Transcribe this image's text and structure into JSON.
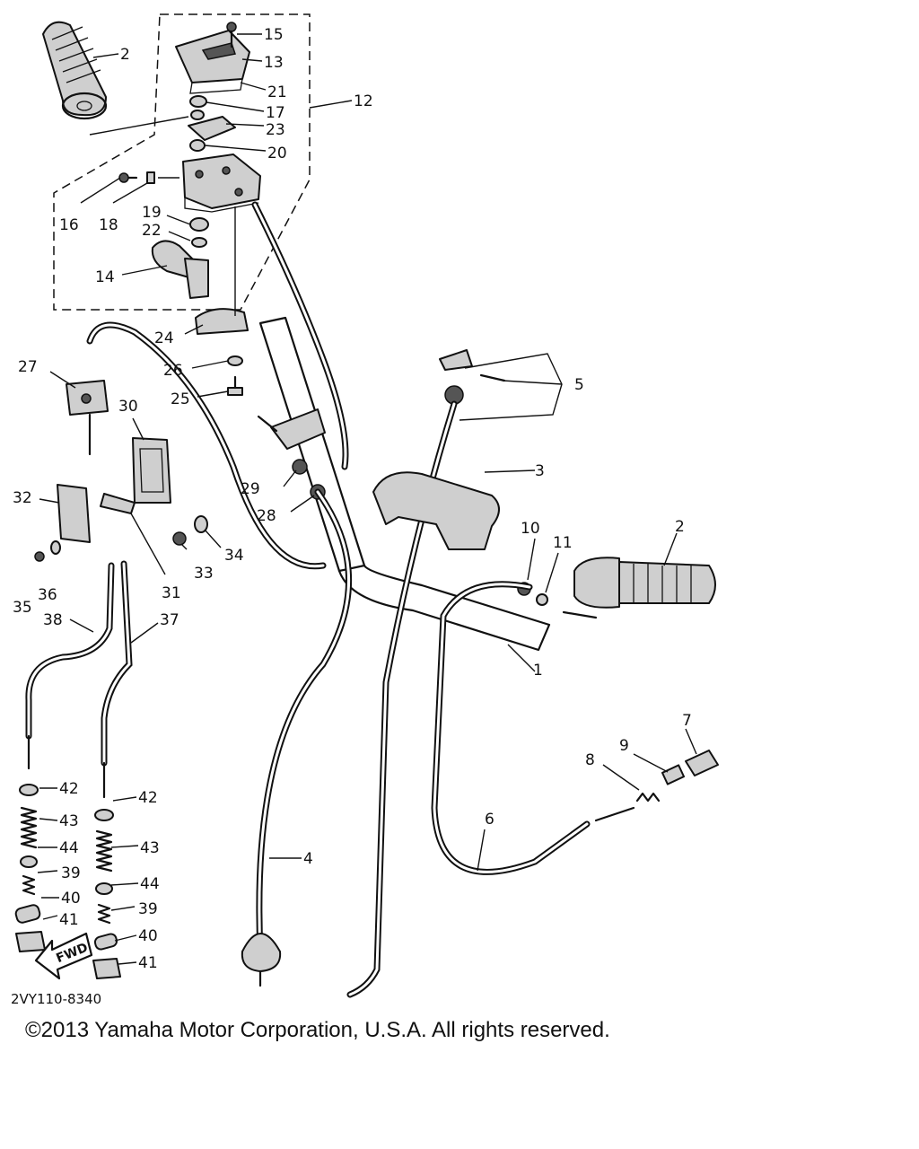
{
  "diagram": {
    "callouts": [
      {
        "id": "c1",
        "text": "1"
      },
      {
        "id": "c2a",
        "text": "2"
      },
      {
        "id": "c2b",
        "text": "2"
      },
      {
        "id": "c3",
        "text": "3"
      },
      {
        "id": "c4",
        "text": "4"
      },
      {
        "id": "c5",
        "text": "5"
      },
      {
        "id": "c6",
        "text": "6"
      },
      {
        "id": "c7",
        "text": "7"
      },
      {
        "id": "c8",
        "text": "8"
      },
      {
        "id": "c9",
        "text": "9"
      },
      {
        "id": "c10",
        "text": "10"
      },
      {
        "id": "c11",
        "text": "11"
      },
      {
        "id": "c12",
        "text": "12"
      },
      {
        "id": "c13",
        "text": "13"
      },
      {
        "id": "c14",
        "text": "14"
      },
      {
        "id": "c15",
        "text": "15"
      },
      {
        "id": "c16",
        "text": "16"
      },
      {
        "id": "c17",
        "text": "17"
      },
      {
        "id": "c18",
        "text": "18"
      },
      {
        "id": "c19",
        "text": "19"
      },
      {
        "id": "c20",
        "text": "20"
      },
      {
        "id": "c21",
        "text": "21"
      },
      {
        "id": "c22",
        "text": "22"
      },
      {
        "id": "c23",
        "text": "23"
      },
      {
        "id": "c24",
        "text": "24"
      },
      {
        "id": "c25",
        "text": "25"
      },
      {
        "id": "c26",
        "text": "26"
      },
      {
        "id": "c27",
        "text": "27"
      },
      {
        "id": "c28",
        "text": "28"
      },
      {
        "id": "c29",
        "text": "29"
      },
      {
        "id": "c30",
        "text": "30"
      },
      {
        "id": "c31",
        "text": "31"
      },
      {
        "id": "c32",
        "text": "32"
      },
      {
        "id": "c33",
        "text": "33"
      },
      {
        "id": "c34",
        "text": "34"
      },
      {
        "id": "c35",
        "text": "35"
      },
      {
        "id": "c36",
        "text": "36"
      },
      {
        "id": "c37",
        "text": "37"
      },
      {
        "id": "c38",
        "text": "38"
      },
      {
        "id": "c39a",
        "text": "39"
      },
      {
        "id": "c39b",
        "text": "39"
      },
      {
        "id": "c40a",
        "text": "40"
      },
      {
        "id": "c40b",
        "text": "40"
      },
      {
        "id": "c41a",
        "text": "41"
      },
      {
        "id": "c41b",
        "text": "41"
      },
      {
        "id": "c42a",
        "text": "42"
      },
      {
        "id": "c42b",
        "text": "42"
      },
      {
        "id": "c43a",
        "text": "43"
      },
      {
        "id": "c43b",
        "text": "43"
      },
      {
        "id": "c44a",
        "text": "44"
      },
      {
        "id": "c44b",
        "text": "44"
      }
    ],
    "fwd_label": "FWD",
    "reference_code": "2VY110-8340"
  },
  "footer": {
    "copyright": "©2013 Yamaha Motor Corporation, U.S.A. All rights reserved."
  }
}
